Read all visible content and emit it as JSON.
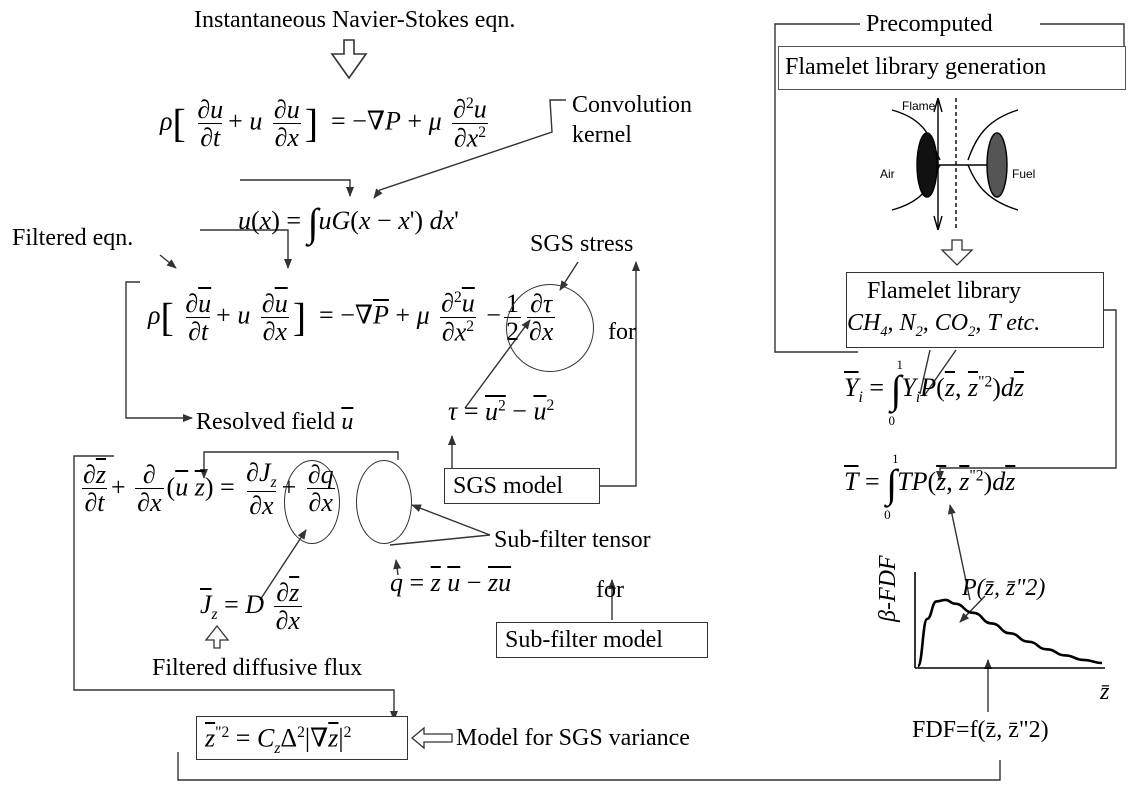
{
  "title_top": "Instantaneous Navier-Stokes eqn.",
  "convolution_label": "Convolution\nkernel",
  "filtered_eqn_label": "Filtered eqn.",
  "sgs_stress_label": "SGS stress",
  "for_1": "for",
  "resolved_field_label": "Resolved field",
  "sgs_model_label": "SGS model",
  "sub_filter_tensor_label": "Sub-filter tensor",
  "for_2": "for",
  "sub_filter_model_label": "Sub-filter model",
  "filtered_diffusive_flux_label": "Filtered diffusive flux",
  "model_sgs_variance_label": "Model for SGS variance",
  "precomputed_label": "Precomputed",
  "flamelet_generation_label": "Flamelet library generation",
  "flame_label": "Flame",
  "air_label": "Air",
  "fuel_label": "Fuel",
  "flamelet_library_label": "Flamelet library",
  "species_line": "CH4, N2, CO2, T etc.",
  "beta_fdf_label": "β-FDF",
  "pdf_label": "P(z̄, z̄\"2)",
  "x_axis_label": "z̄",
  "fdf_formula": "FDF=f(z̄, z̄\"2)",
  "equations": {
    "navier_stokes": "ρ[∂u/∂t + u ∂u/∂x] = −∇P + μ ∂²u/∂x²",
    "convolution": "u(x) = ∫ u G(x − x') dx'",
    "filtered": "ρ[∂ū/∂t + u ∂ū/∂x] = −∇P̄ + μ ∂²ū/∂x² − 1/2 ∂τ/∂x",
    "tau": "τ = (u²)‾ − ū²",
    "scalar_transport": "∂z̄/∂t + ∂/∂x(ū z̄) = ∂J_z/∂x + ∂q/∂x",
    "q_def": "q = z̄ ū − (zu)‾",
    "jz_def": "J̄_z = D ∂z̄/∂x",
    "sgs_variance": "z̄\"2 = C_z Δ² |∇z̄|²",
    "yi_mean": "Ȳ_i = ∫₀¹ Y_i P(z̄, z̄\"2) dz̄",
    "t_mean": "T̄ = ∫₀¹ T P(z̄, z̄\"2) dz̄"
  },
  "chart_data": {
    "type": "line",
    "title": "",
    "xlabel": "z̄",
    "ylabel": "β-FDF",
    "annotation": "P(z̄, z̄\"2)",
    "x": [
      0.0,
      0.05,
      0.1,
      0.15,
      0.2,
      0.3,
      0.4,
      0.5,
      0.6,
      0.7,
      0.8,
      0.9,
      1.0
    ],
    "values": [
      0.0,
      0.62,
      0.85,
      0.87,
      0.82,
      0.7,
      0.56,
      0.43,
      0.32,
      0.22,
      0.14,
      0.08,
      0.04
    ],
    "ylim": [
      0,
      1
    ],
    "grid": false
  }
}
